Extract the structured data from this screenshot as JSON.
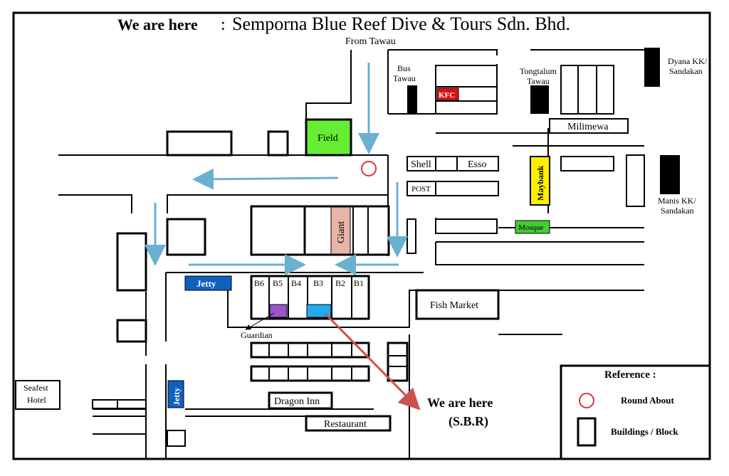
{
  "title": {
    "prefix": "We are here",
    "separator": " : ",
    "company": "Semporna Blue Reef Dive & Tours Sdn. Bhd."
  },
  "labels": {
    "from_tawau": "From Tawau",
    "bus_tawau_1": "Bus",
    "bus_tawau_2": "Tawau",
    "kfc": "KFC",
    "tongtalum_1": "Tongtalum",
    "tongtalum_2": "Tawau",
    "dyana_1": "Dyana KK/",
    "dyana_2": "Sandakan",
    "milimewa": "Milimewa",
    "field": "Field",
    "shell": "Shell",
    "esso": "Esso",
    "post": "POST",
    "maybank": "Maybank",
    "manis_1": "Manis KK/",
    "manis_2": "Sandakan",
    "giant": "Giant",
    "mosque": "Mosque",
    "jetty_top": "Jetty",
    "jetty_side": "Jetty",
    "blocks": [
      "B6",
      "B5",
      "B4",
      "B3",
      "B2",
      "B1"
    ],
    "fish_market": "Fish Market",
    "guardian": "Guardian",
    "seafest_1": "Seafest",
    "seafest_2": "Hotel",
    "dragon_inn": "Dragon Inn",
    "restaurant": "Restaurant",
    "we_are_here": "We are here",
    "sbr": "(S.B.R)"
  },
  "reference": {
    "title": "Reference :",
    "round_about": "Round About",
    "buildings": "Buildings / Block"
  },
  "colors": {
    "field": "#66ee33",
    "kfc": "#dd1111",
    "giant": "#e8b4a8",
    "maybank": "#ffee00",
    "mosque": "#44cc33",
    "jetty": "#1060c0",
    "guardian": "#9955cc",
    "sbr": "#22aaee",
    "arrow": "#6ab0d0",
    "pointer": "#cc5050",
    "roundabout": "#dd3333"
  },
  "icons": [
    "roundabout-icon",
    "building-icon",
    "direction-arrow-icon"
  ]
}
